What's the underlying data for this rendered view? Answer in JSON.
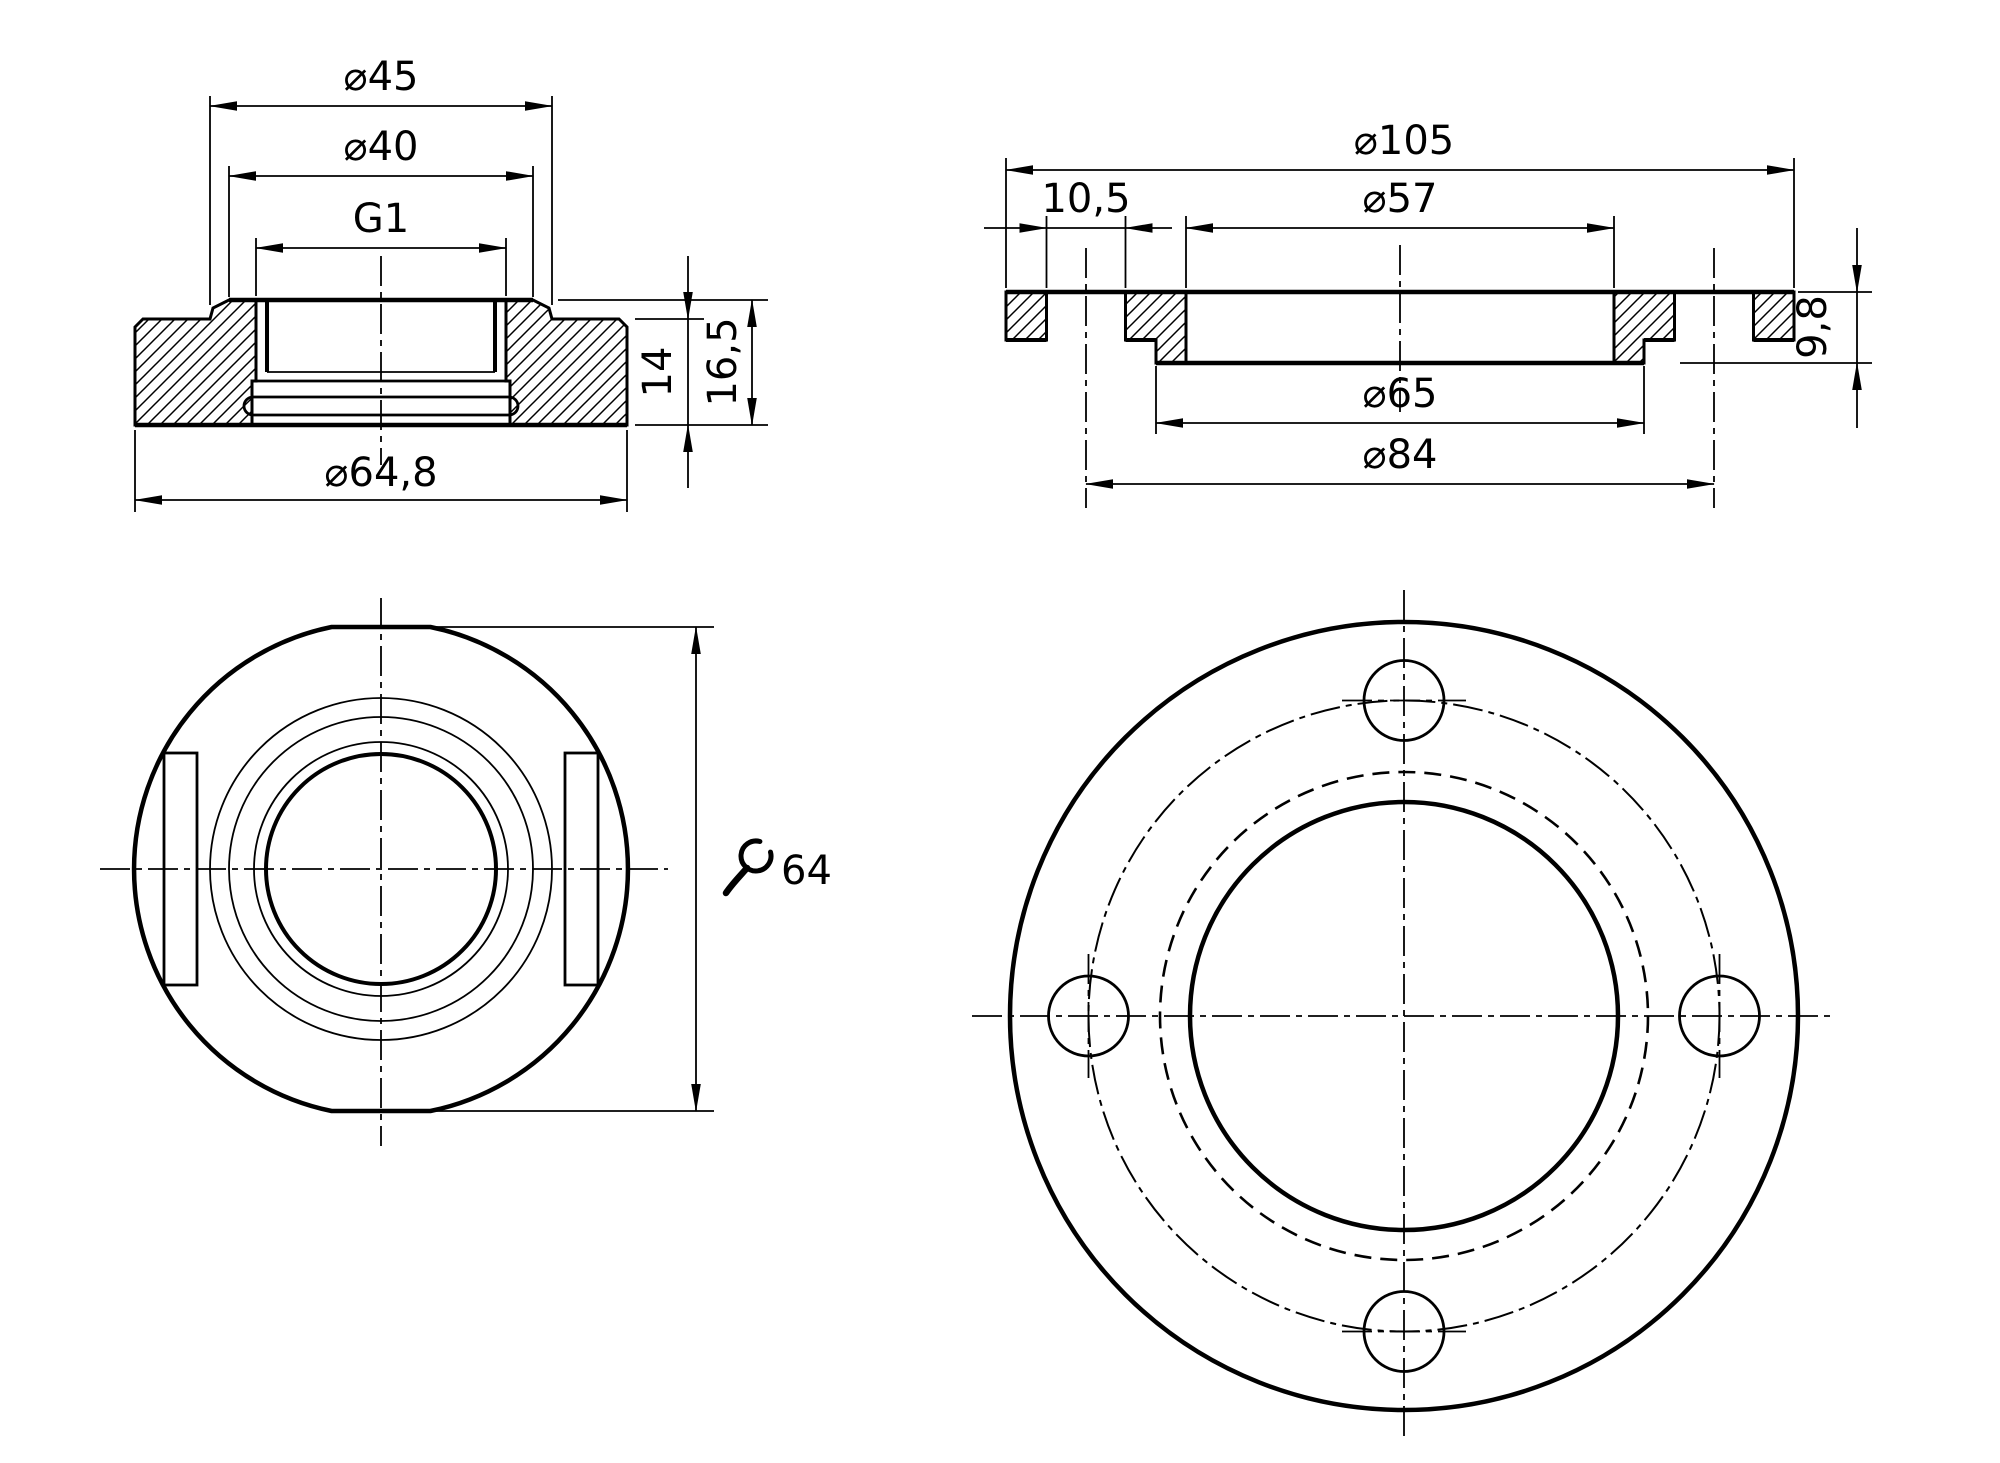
{
  "colors": {
    "line": "#000000",
    "background": "#ffffff"
  },
  "icons": {
    "wrench": "open-end-wrench-icon"
  },
  "views": {
    "threaded_section": {
      "dia_hub": "⌀45",
      "dia_recess": "⌀40",
      "thread": "G1",
      "body_height": "14",
      "total_height": "16,5",
      "dia_base": "⌀64,8"
    },
    "mating_section": {
      "dia_outer": "⌀105",
      "bolt_hole": "10,5",
      "dia_bore": "⌀57",
      "thickness": "9,8",
      "dia_step": "⌀65",
      "dia_bolt_circle": "⌀84"
    },
    "threaded_front": {
      "wrench_size": "64"
    }
  }
}
